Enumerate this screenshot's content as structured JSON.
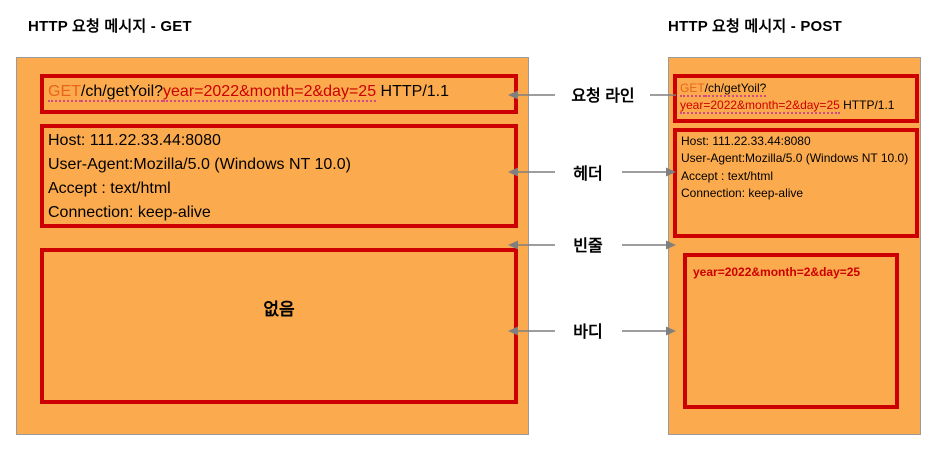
{
  "panels": {
    "get": {
      "title": "HTTP 요청 메시지 - GET",
      "request_line": {
        "method": "GET",
        "path": "/ch/getYoil?",
        "query": "year=2022&month=2&day=25",
        "version": " HTTP/1.1"
      },
      "headers": [
        "Host: 111.22.33.44:8080",
        "User-Agent:Mozilla/5.0 (Windows NT 10.0)",
        "Accept : text/html",
        "Connection: keep-alive"
      ],
      "body": "없음"
    },
    "post": {
      "title": "HTTP 요청 메시지 - POST",
      "request_line": {
        "method": "GET",
        "path": "/ch/getYoil?",
        "query": "year=2022&month=2&day=25",
        "version": " HTTP/1.1"
      },
      "headers": [
        "Host: 111.22.33.44:8080",
        "User-Agent:Mozilla/5.0 (Windows NT 10.0)",
        "Accept : text/html",
        "Connection: keep-alive"
      ],
      "body": "year=2022&month=2&day=25"
    }
  },
  "annotations": {
    "request_line": "요청 라인",
    "header": "헤더",
    "blank_line": "빈줄",
    "body": "바디"
  },
  "colors": {
    "panel_background": "#FBAA4D",
    "box_border": "#CC0000",
    "method_text": "#E8641E",
    "query_text": "#CC0000",
    "plain_text": "#000000",
    "connector_line": "#7f7f7f",
    "page_background": "#FFFFFF"
  }
}
